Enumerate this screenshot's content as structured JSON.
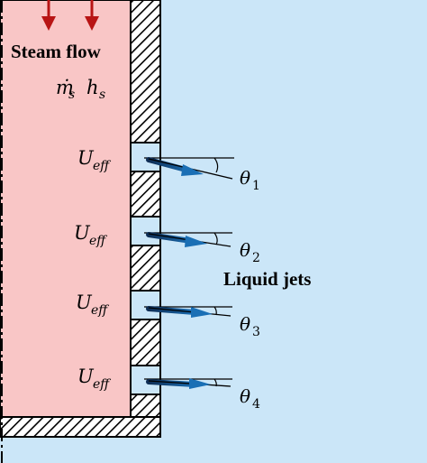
{
  "diagram": {
    "steam_flow_label": "Steam flow",
    "inlet": {
      "mdot_main": "ṁ",
      "mdot_sub": "s",
      "h_main": "h",
      "h_sub": "s"
    },
    "liquid_jets_label": "Liquid jets",
    "outlets": [
      {
        "u_main": "U",
        "u_sub": "eff",
        "theta_main": "θ",
        "theta_sub": "1"
      },
      {
        "u_main": "U",
        "u_sub": "eff",
        "theta_main": "θ",
        "theta_sub": "2"
      },
      {
        "u_main": "U",
        "u_sub": "eff",
        "theta_main": "θ",
        "theta_sub": "3"
      },
      {
        "u_main": "U",
        "u_sub": "eff",
        "theta_main": "θ",
        "theta_sub": "4"
      }
    ],
    "colors": {
      "steam": "#f9c6c6",
      "outside": "#cbe6f8",
      "arrow_red": "#b81414",
      "jet_blue": "#1a6fb5",
      "jet_dark": "#0e2d55"
    }
  }
}
